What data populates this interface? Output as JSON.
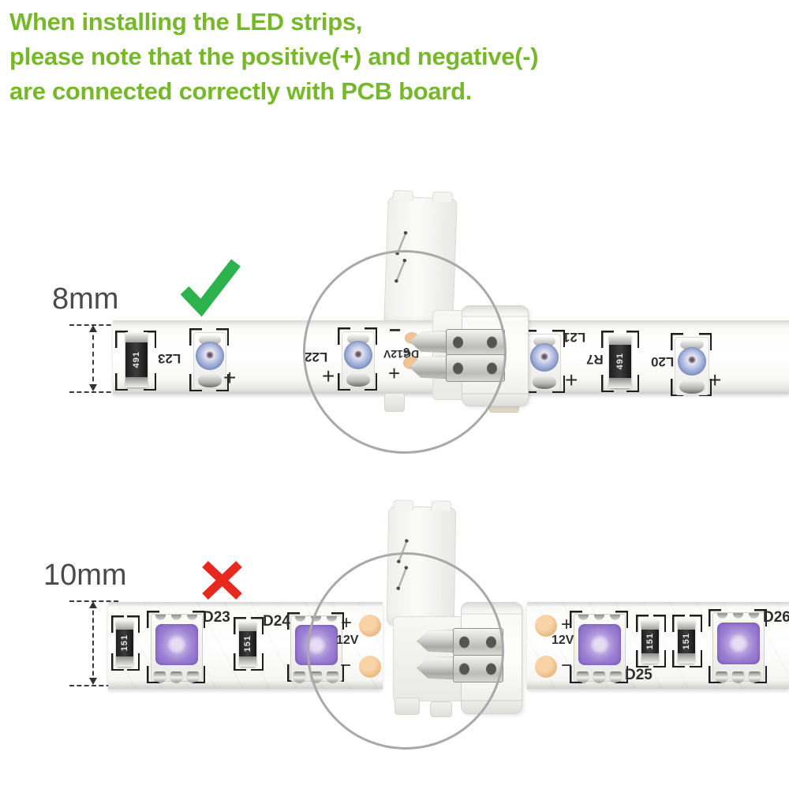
{
  "header": {
    "line1": "When installing the LED strips,",
    "line2": "please note that the positive(+) and negative(-)",
    "line3": "are connected correctly with PCB board.",
    "text_color": "#76b82a"
  },
  "colors": {
    "check_green": "#2cb34d",
    "cross_red": "#e6281e",
    "ring_gray": "#a9a9a9",
    "led_dome_blue": "#9aaad4",
    "led_die_purple": "#9a7fd2",
    "copper_pad": "#e9b67f"
  },
  "sec8": {
    "width_label": "8mm",
    "verdict": "correct",
    "m": {
      "r1_value": "491",
      "l23": "L23",
      "plus_l23": "+",
      "l22": "L22",
      "plus_l22": "+",
      "minus_pad": "−",
      "dc12v": "DC12V",
      "plus_pad": "+",
      "amp": "6",
      "l21": "L21",
      "plus_l21": "+",
      "r7": "R7",
      "r7_value": "491",
      "l20": "L20",
      "plus_l20": "+"
    }
  },
  "sec10": {
    "width_label": "10mm",
    "verdict": "wrong",
    "left": {
      "r1_value": "151",
      "d23": "D23",
      "r2_value": "151",
      "d24": "D24",
      "plus": "+",
      "v12": "12V",
      "minus": "−"
    },
    "right": {
      "plus": "+",
      "v12": "12V",
      "minus": "−",
      "d25": "D25",
      "r1_value": "151",
      "r2_value": "151",
      "d26": "D26"
    }
  }
}
